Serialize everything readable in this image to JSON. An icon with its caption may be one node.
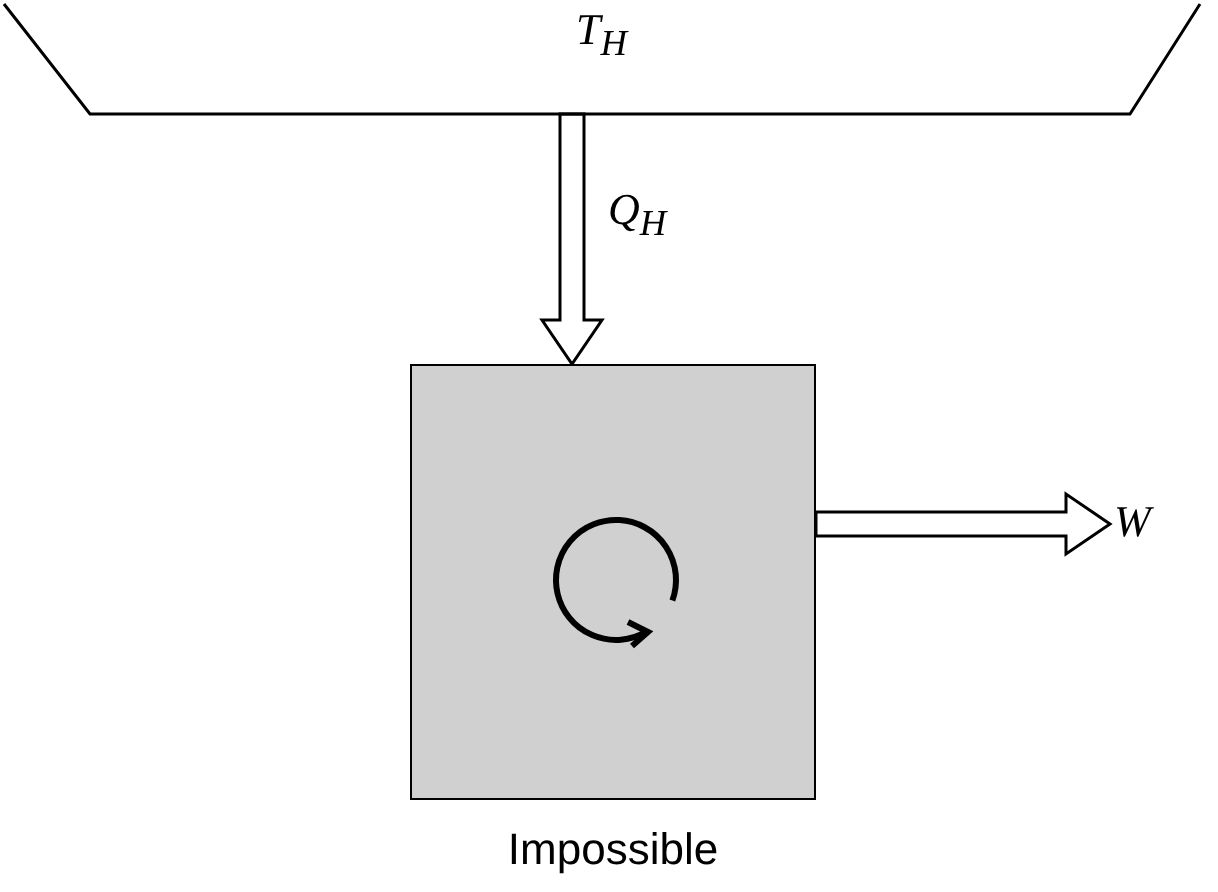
{
  "diagram": {
    "nodes": [
      {
        "text": [
          "T$_{H}$"
        ]
      },
      {
        "text": [],
        "shape": "box",
        "beside": [
          "Impossible"
        ]
      },
      {
        "text": [
          "W"
        ]
      }
    ],
    "edges": [
      {
        "from": 0,
        "to": 1,
        "arrow": "to",
        "label": "Q$_{H}$"
      },
      {
        "from": 1,
        "to": 2,
        "arrow": "to"
      }
    ]
  }
}
